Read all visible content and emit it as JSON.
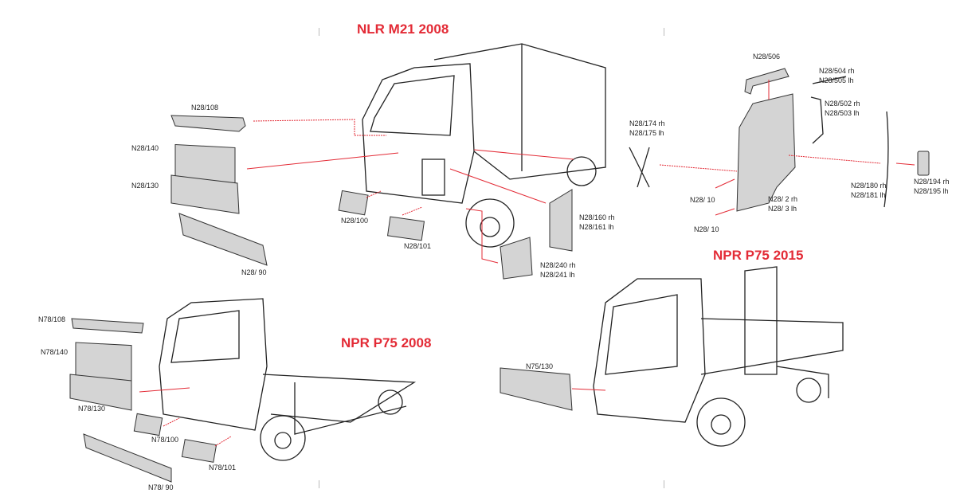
{
  "colors": {
    "accent": "#e32b36",
    "part_fill": "#d4d4d4",
    "outline": "#222222"
  },
  "sections": {
    "nlr_m21_2008": {
      "title": "NLR M21 2008",
      "labels": {
        "n28_108": "N28/108",
        "n28_140": "N28/140",
        "n28_130": "N28/130",
        "n28_90": "N28/ 90",
        "n28_100": "N28/100",
        "n28_101": "N28/101",
        "n28_160": "N28/160 rh",
        "n28_161": "N28/161 lh",
        "n28_240": "N28/240 rh",
        "n28_241": "N28/241 lh",
        "n28_174": "N28/174 rh",
        "n28_175": "N28/175 lh",
        "n28_506": "N28/506",
        "n28_504": "N28/504 rh",
        "n28_505": "N28/505 lh",
        "n28_502": "N28/502 rh",
        "n28_503": "N28/503 lh",
        "n28_10a": "N28/ 10",
        "n28_10b": "N28/ 10",
        "n28_2": "N28/  2 rh",
        "n28_3": "N28/  3 lh",
        "n28_180": "N28/180 rh",
        "n28_181": "N28/181 lh",
        "n28_194": "N28/194 rh",
        "n28_195": "N28/195 lh"
      }
    },
    "npr_p75_2008": {
      "title": "NPR P75 2008",
      "labels": {
        "n78_108": "N78/108",
        "n78_140": "N78/140",
        "n78_130": "N78/130",
        "n78_100": "N78/100",
        "n78_101": "N78/101",
        "n78_90": "N78/ 90"
      }
    },
    "npr_p75_2015": {
      "title": "NPR P75 2015",
      "labels": {
        "n75_130": "N75/130"
      }
    }
  }
}
